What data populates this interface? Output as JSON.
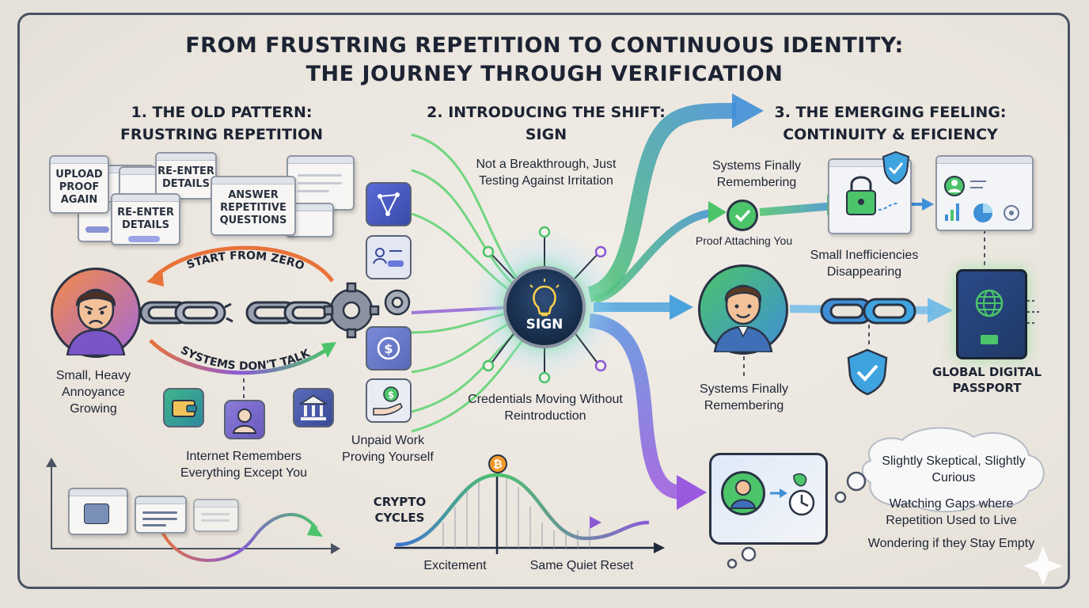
{
  "title": {
    "line1": "FROM FRUSTRING REPETITION TO CONTINUOUS IDENTITY:",
    "line2": "THE JOURNEY THROUGH VERIFICATION"
  },
  "sections": [
    {
      "line1": "1. THE OLD PATTERN:",
      "line2": "FRUSTRING REPETITION"
    },
    {
      "line1": "2. INTRODUCING THE SHIFT:",
      "line2": "SIGN"
    },
    {
      "line1": "3. THE EMERGING FEELING:",
      "line2": "CONTINUITY & EFICIENCY"
    }
  ],
  "old_pattern": {
    "cards": [
      {
        "text": "UPLOAD PROOF AGAIN"
      },
      {
        "text": "RE-ENTER DETAILS"
      },
      {
        "text": "ANSWER REPETITIVE QUESTIONS"
      },
      {
        "text": "RE-ENTER DETAILS"
      }
    ],
    "arc_top": "START FROM ZERO",
    "arc_bottom": "SYSTEMS DON'T TALK",
    "annoyance": "Small, Heavy Annoyance Growing",
    "internet": "Internet Remembers Everything Except You",
    "unpaid": "Unpaid Work Proving Yourself"
  },
  "shift": {
    "not_breakthrough": "Not a Breakthrough, Just Testing Against Irritation",
    "hub_label": "SIGN",
    "credentials": "Credentials Moving Without Reintroduction",
    "crypto_label": "CRYPTO CYCLES",
    "excitement": "Excitement",
    "quiet_reset": "Same Quiet Reset"
  },
  "emerging": {
    "systems_top": "Systems Finally Remembering",
    "proof_attaching": "Proof Attaching You",
    "small_ineff": "Small Inefficiencies Disappearing",
    "systems_bottom": "Systems Finally Remembering",
    "passport": "GLOBAL DIGITAL PASSPORT",
    "skeptical": "Slightly Skeptical, Slightly Curious",
    "watching": "Watching Gaps where Repetition Used to Live",
    "wondering": "Wondering if they Stay Empty"
  },
  "colors": {
    "accent_blue": "#3f8fd6",
    "accent_green": "#4cc46a",
    "accent_purple": "#8a5ad6",
    "accent_orange": "#e8733a",
    "navy": "#1f3a66"
  },
  "icons": {
    "frustrated_person": "frustrated-person-icon",
    "broken_chain": "broken-chain-icon",
    "gears": "gears-icon",
    "wallet": "wallet-icon",
    "user": "user-icon",
    "bank": "bank-icon",
    "network": "network-icon",
    "id_card": "id-card-icon",
    "refresh_dollar": "refresh-dollar-icon",
    "hand_coin": "hand-coin-icon",
    "bitcoin": "bitcoin-icon",
    "check": "check-icon",
    "padlock": "padlock-icon",
    "shield": "shield-icon",
    "dashboard": "dashboard-icon",
    "calm_person": "calm-person-icon",
    "chain": "chain-icon",
    "passport": "passport-icon",
    "clock": "clock-icon",
    "sparkle": "sparkle-icon"
  }
}
